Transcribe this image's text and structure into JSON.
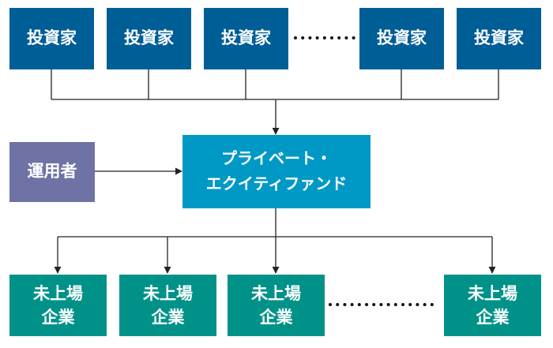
{
  "investors": [
    "投資家",
    "投資家",
    "投資家",
    "投資家",
    "投資家"
  ],
  "manager": "運用者",
  "fund": {
    "line1": "プライベート・",
    "line2": "エクイティファンド"
  },
  "companies": [
    {
      "line1": "未上場",
      "line2": "企業"
    },
    {
      "line1": "未上場",
      "line2": "企業"
    },
    {
      "line1": "未上場",
      "line2": "企業"
    },
    {
      "line1": "未上場",
      "line2": "企業"
    }
  ],
  "colors": {
    "investor": "#005e97",
    "manager": "#6f72a4",
    "fund": "#0099c6",
    "company": "#009289",
    "line": "#222222"
  }
}
